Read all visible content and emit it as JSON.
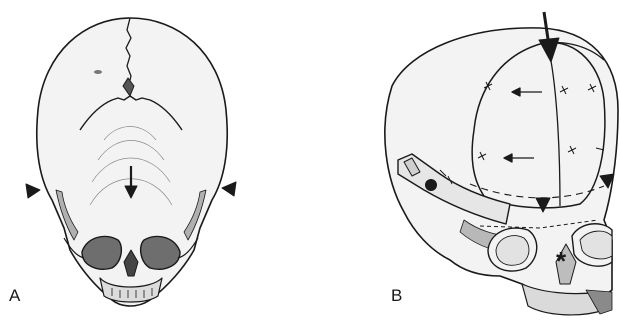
{
  "panels": [
    {
      "label": "A",
      "description_name": "skull-front-view"
    },
    {
      "label": "B",
      "description_name": "skull-oblique-view"
    }
  ],
  "markers": {
    "asterisk": "*"
  },
  "colors": {
    "line": "#1a1a1a",
    "bone_fill": "#f3f3f3",
    "shade": "#9a9a9a"
  }
}
